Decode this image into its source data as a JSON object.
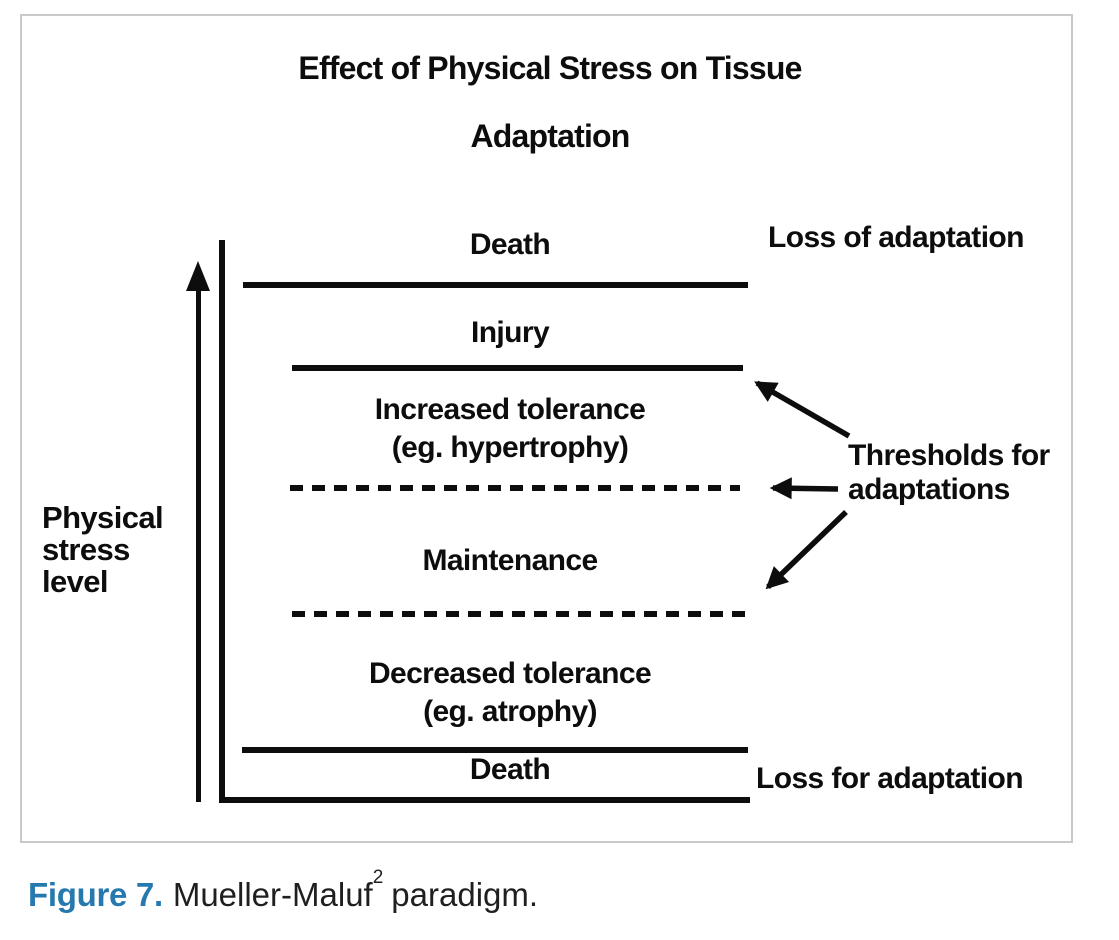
{
  "figure": {
    "title_lines": [
      "Effect of Physical Stress on Tissue",
      "Adaptation"
    ],
    "y_axis_label_lines": [
      "Physical",
      "stress",
      "level"
    ],
    "zones": [
      {
        "label": "Death"
      },
      {
        "label": "Injury"
      },
      {
        "label": "Increased tolerance",
        "sublabel": "(eg. hypertrophy)"
      },
      {
        "label": "Maintenance"
      },
      {
        "label": "Decreased tolerance",
        "sublabel": "(eg. atrophy)"
      },
      {
        "label": "Death"
      }
    ],
    "annotations": {
      "loss_top": "Loss of adaptation",
      "thresholds_line1": "Thresholds for",
      "thresholds_line2": "adaptations",
      "loss_bottom": "Loss for adaptation"
    }
  },
  "caption": {
    "label": "Figure 7.",
    "reference_text": "Mueller-Maluf",
    "superscript": "2",
    "rest": "paradigm."
  },
  "colors": {
    "diagram_ink": "#0d0d0d",
    "caption_accent": "#2579ae",
    "border": "#c9c9c9",
    "background": "#ffffff"
  }
}
